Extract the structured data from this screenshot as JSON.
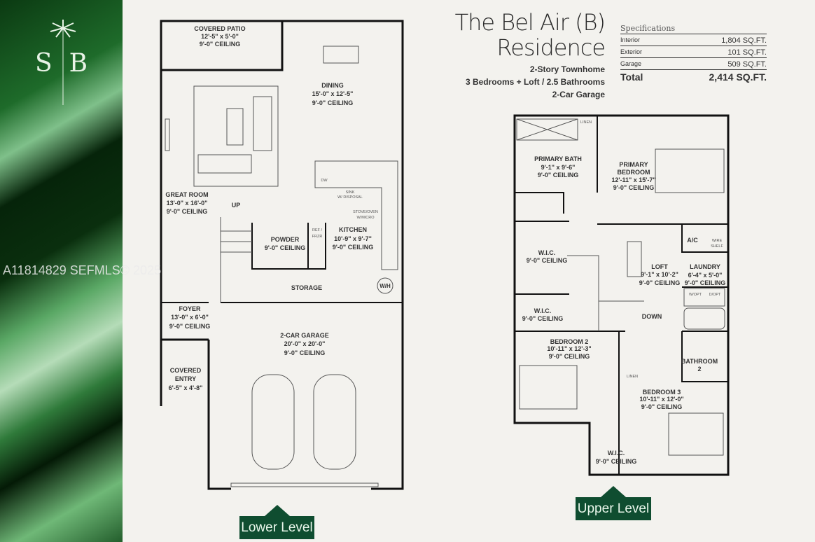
{
  "brand": {
    "logo_text": "SB",
    "watermark": "A11814829  SEFMLS© 2025"
  },
  "title": {
    "line1": "The Bel Air (B)",
    "line2": "Residence",
    "details": [
      "2-Story Townhome",
      "3 Bedrooms + Loft / 2.5 Bathrooms",
      "2-Car Garage"
    ]
  },
  "specifications": {
    "heading": "Specifications",
    "rows": [
      {
        "label": "Interior",
        "value": "1,804 SQ.FT."
      },
      {
        "label": "Exterior",
        "value": "101 SQ.FT."
      },
      {
        "label": "Garage",
        "value": "509 SQ.FT."
      }
    ],
    "total": {
      "label": "Total",
      "value": "2,414 SQ.FT."
    }
  },
  "lower_level": {
    "label": "Lower Level",
    "rooms": {
      "patio": [
        "COVERED PATIO",
        "12'-5\" x 5'-0\"",
        "9'-0\" CEILING"
      ],
      "dining": [
        "DINING",
        "15'-0\" x 12'-5\"",
        "9'-0\" CEILING"
      ],
      "great_room": [
        "GREAT ROOM",
        "13'-0\" x 16'-0\"",
        "9'-0\" CEILING"
      ],
      "powder": [
        "POWDER",
        "9'-0\" CEILING"
      ],
      "kitchen": [
        "KITCHEN",
        "10'-9\" x 9'-7\"",
        "9'-0\" CEILING"
      ],
      "storage": [
        "STORAGE"
      ],
      "foyer": [
        "FOYER",
        "13'-0\" x 6'-0\"",
        "9'-0\" CEILING"
      ],
      "garage": [
        "2-CAR GARAGE",
        "20'-0\" x 20'-0\"",
        "9'-0\" CEILING"
      ],
      "entry": [
        "COVERED",
        "ENTRY",
        "6'-5\" x 4'-8\""
      ]
    },
    "fixtures": {
      "up": "UP",
      "wh": "W/H",
      "dw": "DW",
      "sink": [
        "SINK",
        "W/ DISPOSAL"
      ],
      "stove": [
        "STOVE/OVEN",
        "W/MICRO"
      ],
      "fridge": [
        "REF /",
        "FRZR"
      ]
    }
  },
  "upper_level": {
    "label": "Upper Level",
    "rooms": {
      "primary_bath": [
        "PRIMARY BATH",
        "9'-1\" x 9'-6\"",
        "9'-0\" CEILING"
      ],
      "primary_bedroom": [
        "PRIMARY",
        "BEDROOM",
        "12'-11\" x 15'-7\"",
        "9'-0\" CEILING"
      ],
      "wic1": [
        "W.I.C.",
        "9'-0\" CEILING"
      ],
      "loft": [
        "LOFT",
        "9'-1\" x 10'-2\"",
        "9'-0\" CEILING"
      ],
      "ac": [
        "A/C"
      ],
      "laundry": [
        "LAUNDRY",
        "6'-4\" x 5'-0\"",
        "9'-0\" CEILING"
      ],
      "wic2": [
        "W.I.C.",
        "9'-0\" CEILING"
      ],
      "bedroom2": [
        "BEDROOM 2",
        "10'-11\" x 12'-3\"",
        "9'-0\" CEILING"
      ],
      "bathroom2": [
        "BATHROOM",
        "2"
      ],
      "bedroom3": [
        "BEDROOM 3",
        "10'-11\" x 12'-0\"",
        "9'-0\" CEILING"
      ],
      "wic3": [
        "W.I.C.",
        "9'-0\" CEILING"
      ]
    },
    "fixtures": {
      "down": "DOWN",
      "linen": "LINEN",
      "wire_shelf": [
        "WIRE",
        "SHELF"
      ],
      "washer": "W/OPT",
      "dryer": "D/OPT"
    }
  },
  "colors": {
    "accent_green": "#0f4d30",
    "background": "#f3f2ee"
  }
}
